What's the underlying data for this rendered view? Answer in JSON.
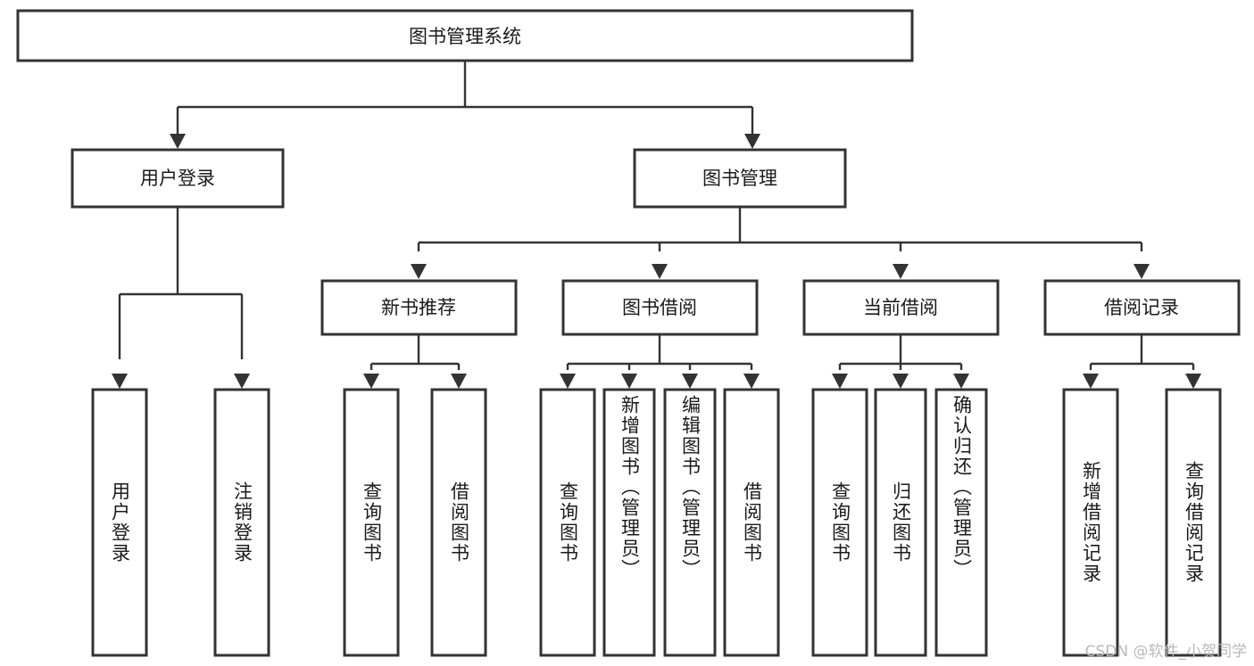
{
  "diagram": {
    "title": "图书管理系统",
    "type": "tree-hierarchy-diagram",
    "orientation": "top-down",
    "style": {
      "box_fill": "#ffffff",
      "box_stroke": "#333333",
      "text_color": "#1a1a1a",
      "background": "#ffffff",
      "watermark_color": "#b9b9b9"
    },
    "root": {
      "id": "root",
      "label": "图书管理系统",
      "text_direction": "horizontal"
    },
    "level2": [
      {
        "id": "user-login",
        "label": "用户登录",
        "text_direction": "horizontal"
      },
      {
        "id": "book-management",
        "label": "图书管理",
        "text_direction": "horizontal"
      }
    ],
    "level3": [
      {
        "id": "new-book-recommend",
        "label": "新书推荐",
        "parent": "book-management",
        "text_direction": "horizontal"
      },
      {
        "id": "book-borrow",
        "label": "图书借阅",
        "parent": "book-management",
        "text_direction": "horizontal"
      },
      {
        "id": "current-borrow",
        "label": "当前借阅",
        "parent": "book-management",
        "text_direction": "horizontal"
      },
      {
        "id": "borrow-record",
        "label": "借阅记录",
        "parent": "book-management",
        "text_direction": "horizontal"
      }
    ],
    "leaves": [
      {
        "id": "leaf-user-login",
        "label": "用户登录",
        "parent": "user-login",
        "text_direction": "vertical"
      },
      {
        "id": "leaf-logout",
        "label": "注销登录",
        "parent": "user-login",
        "text_direction": "vertical"
      },
      {
        "id": "leaf-query-book-1",
        "label": "查询图书",
        "parent": "new-book-recommend",
        "text_direction": "vertical"
      },
      {
        "id": "leaf-borrow-book-1",
        "label": "借阅图书",
        "parent": "new-book-recommend",
        "text_direction": "vertical"
      },
      {
        "id": "leaf-query-book-2",
        "label": "查询图书",
        "parent": "book-borrow",
        "text_direction": "vertical"
      },
      {
        "id": "leaf-add-book",
        "label": "新增图书（管理员）",
        "parent": "book-borrow",
        "text_direction": "vertical"
      },
      {
        "id": "leaf-edit-book",
        "label": "编辑图书（管理员）",
        "parent": "book-borrow",
        "text_direction": "vertical"
      },
      {
        "id": "leaf-borrow-book-2",
        "label": "借阅图书",
        "parent": "book-borrow",
        "text_direction": "vertical"
      },
      {
        "id": "leaf-query-book-3",
        "label": "查询图书",
        "parent": "current-borrow",
        "text_direction": "vertical"
      },
      {
        "id": "leaf-return-book",
        "label": "归还图书",
        "parent": "current-borrow",
        "text_direction": "vertical"
      },
      {
        "id": "leaf-confirm-return",
        "label": "确认归还（管理员）",
        "parent": "current-borrow",
        "text_direction": "vertical"
      },
      {
        "id": "leaf-add-record",
        "label": "新增借阅记录",
        "parent": "borrow-record",
        "text_direction": "vertical"
      },
      {
        "id": "leaf-query-record",
        "label": "查询借阅记录",
        "parent": "borrow-record",
        "text_direction": "vertical"
      }
    ]
  },
  "watermark": {
    "text": "CSDN @软件_小贺同学"
  }
}
